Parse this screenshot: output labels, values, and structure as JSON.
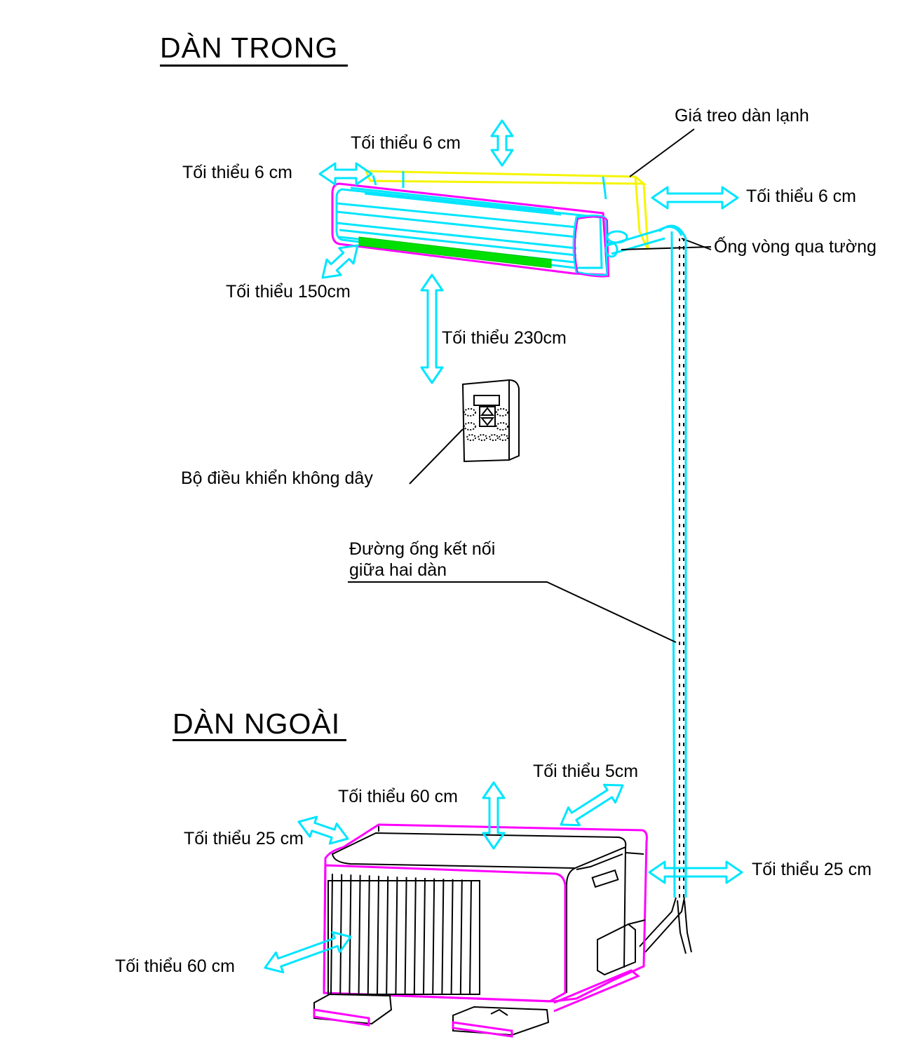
{
  "headings": {
    "indoor": "DÀN TRONG",
    "outdoor": "DÀN NGOÀI"
  },
  "labels": {
    "indoor_top": "Tối thiểu 6 cm",
    "indoor_left": "Tối thiểu 6 cm",
    "indoor_right": "Tối thiểu 6 cm",
    "indoor_front": "Tối thiểu 150cm",
    "indoor_floor": "Tối thiểu 230cm",
    "bracket": "Giá treo dàn lạnh",
    "wall_pipe": "Ống vòng qua tường",
    "remote": "Bộ điều khiển không dây",
    "pipe_line1": "Đường ống kết nối",
    "pipe_line2": "giữa hai dàn",
    "outdoor_top": "Tối thiểu 60 cm",
    "outdoor_back": "Tối thiểu 5cm",
    "outdoor_left": "Tối thiểu 25 cm",
    "outdoor_right": "Tối thiểu 25 cm",
    "outdoor_front": "Tối thiểu 60 cm"
  },
  "colors": {
    "arrow": "#00e5ff",
    "unit_outline": "#ff00ff",
    "bracket": "#f5f500",
    "vent": "#00e000",
    "line": "#000000"
  }
}
